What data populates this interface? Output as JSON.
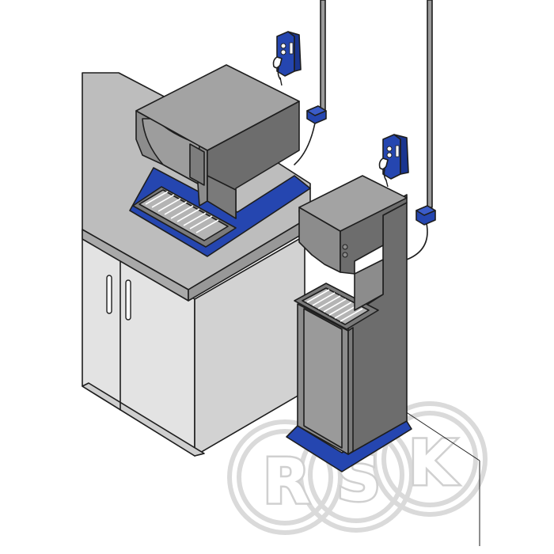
{
  "watermark": {
    "letters": [
      "R",
      "S",
      "K"
    ],
    "color": "#d6d6d6"
  },
  "colors": {
    "device_body": "#8c8c8c",
    "device_shade": "#6d6d6d",
    "device_light": "#9d9d9d",
    "accent_blue": "#2546b0",
    "counter_top": "#bdbdbd",
    "counter_side": "#a8a8a8",
    "cabinet": "#e3e3e3",
    "pipe": "#9a9a9a"
  },
  "objects": {
    "countertop_unit": "countertop-ice-machine",
    "floor_unit": "floor-standing-ice-machine",
    "cabinet": "base-cabinet",
    "wall_box": "wall-connection-box",
    "junction": "electrical-junction-box"
  }
}
